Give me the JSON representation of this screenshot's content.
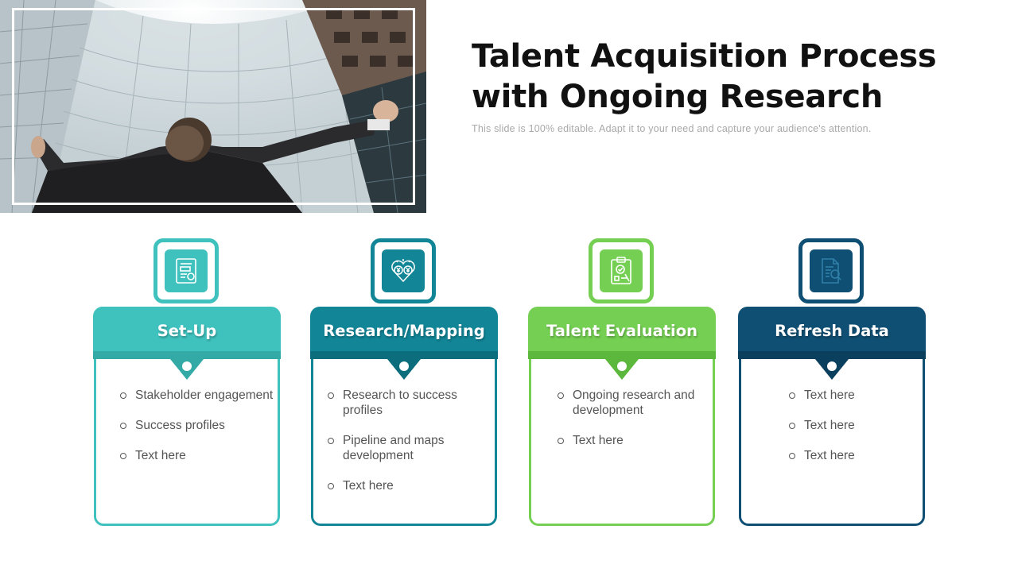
{
  "title": "Talent Acquisition Process with Ongoing Research",
  "subtitle": "This slide is 100% editable. Adapt it to your need and capture your audience's attention.",
  "colors": {
    "teal": "#3fc1bd",
    "teal_dark": "#34aaa6",
    "blue": "#128597",
    "blue_dark": "#0c6d7c",
    "green": "#75cf53",
    "green_dark": "#5cb83c",
    "navy": "#0f4f73",
    "navy_dark": "#0a3f5d"
  },
  "cards": [
    {
      "title": "Set-Up",
      "icon": "form-document-icon",
      "items": [
        "Stakeholder engagement",
        "Success profiles",
        "Text here"
      ]
    },
    {
      "title": "Research/Mapping",
      "icon": "yen-lightbulb-icon",
      "items": [
        "Research to success profiles",
        "Pipeline and maps development",
        "Text here"
      ]
    },
    {
      "title": "Talent Evaluation",
      "icon": "clipboard-check-icon",
      "items": [
        "Ongoing research and development",
        "Text here"
      ]
    },
    {
      "title": "Refresh Data",
      "icon": "document-search-icon",
      "items": [
        "Text here",
        "Text here",
        "Text here"
      ]
    }
  ]
}
